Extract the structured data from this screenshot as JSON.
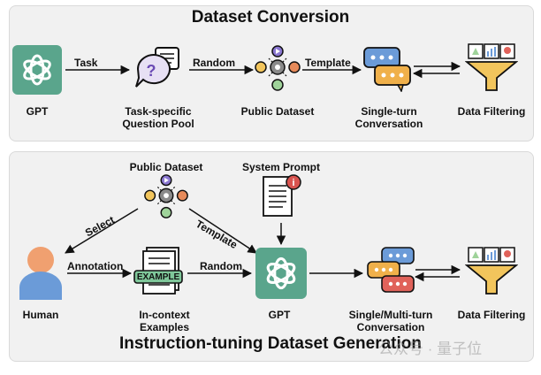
{
  "top": {
    "title": "Dataset Conversion",
    "gpt": "GPT",
    "question_pool": "Task-specific\nQuestion Pool",
    "public_dataset": "Public Dataset",
    "single_turn": "Single-turn\nConversation",
    "data_filtering": "Data Filtering",
    "edge_task": "Task",
    "edge_random": "Random",
    "edge_template": "Template"
  },
  "bottom": {
    "title": "Instruction-tuning Dataset Generation",
    "public_dataset": "Public Dataset",
    "system_prompt": "System Prompt",
    "human": "Human",
    "in_context": "In-context\nExamples",
    "gpt": "GPT",
    "multi_turn": "Single/Multi-turn\nConversation",
    "data_filtering": "Data Filtering",
    "edge_select": "Select",
    "edge_template": "Template",
    "edge_annotation": "Annotation",
    "edge_random": "Random",
    "example_badge": "EXAMPLE"
  },
  "watermark": "公众号 · 量子位",
  "colors": {
    "gpt_green": "#5aa58c",
    "chat_orange": "#f0b04a",
    "chat_blue": "#6b9bd8",
    "human_blue": "#6b9bd8",
    "human_skin": "#f0a070"
  }
}
